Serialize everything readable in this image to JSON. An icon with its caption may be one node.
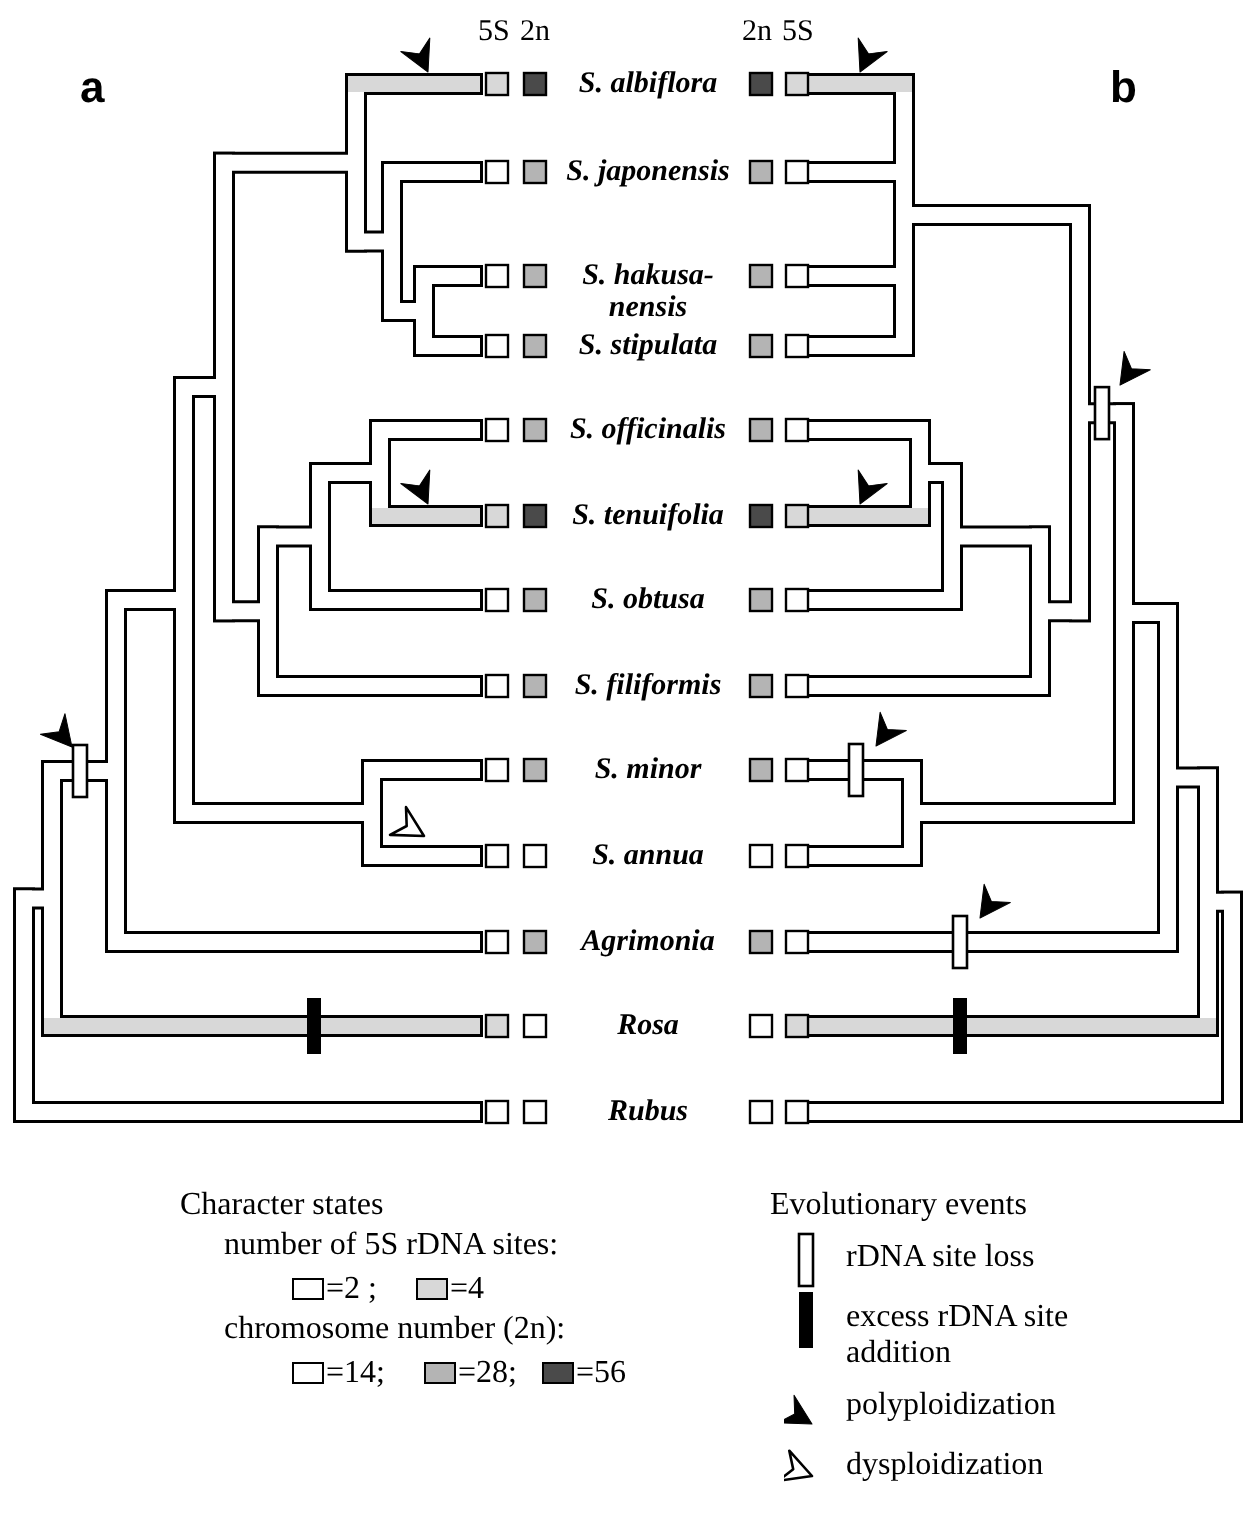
{
  "diagram": {
    "labels": [
      "5S",
      "2n",
      "2n",
      "5S",
      "a",
      "S. albiflora",
      "b",
      "S. japonensis",
      "S. hakusa- nensis",
      "S. stipulata",
      "S. officinalis",
      "S. tenuifolia",
      "S. obtusa",
      "S. filiformis",
      "S. minor",
      "S. annua",
      "Agrimonia",
      "Rosa",
      "Rubus",
      "Character states",
      "number of 5S rDNA sites:",
      "chromosome number (2n):",
      "Evolutionary events"
    ],
    "legend": [
      {
        "text": "=2 ;",
        "color": "#ffffff"
      },
      {
        "text": "=4",
        "color": "#d8d8d8"
      },
      {
        "text": "=14;",
        "color": "#ffffff"
      },
      {
        "text": "=28;",
        "color": "#b4b4b4"
      },
      {
        "text": "=56",
        "color": "#4a4a4a"
      },
      {
        "text": "rDNA site loss"
      },
      {
        "text": "excess rDNA site addition"
      },
      {
        "text": "polyploidization"
      },
      {
        "text": "dysploidization"
      }
    ]
  }
}
